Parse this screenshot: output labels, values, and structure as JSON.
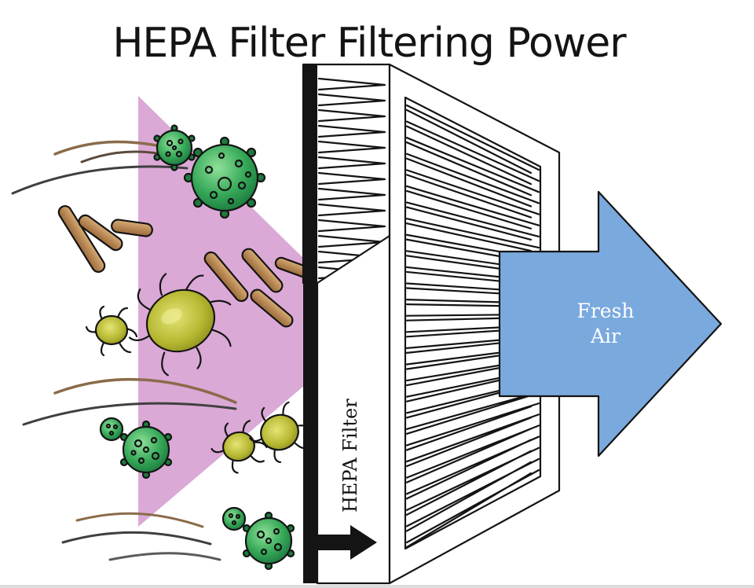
{
  "title": "HEPA Filter Filtering Power",
  "filter_label": "HEPA Filter",
  "output_label_line1": "Fresh",
  "output_label_line2": "Air",
  "colors": {
    "particle_cone": "#dba9d6",
    "fresh_air_arrow": "#7aa9de",
    "pollen_green": "#2fa351",
    "dust_mite": "#b6b832",
    "fiber": "#b98a58",
    "hair": "#4a4a4a",
    "outline": "#141414"
  },
  "icons": [
    "pollen-icon",
    "dust-mite-icon",
    "fiber-icon",
    "hair-icon",
    "arrow-right-icon"
  ]
}
